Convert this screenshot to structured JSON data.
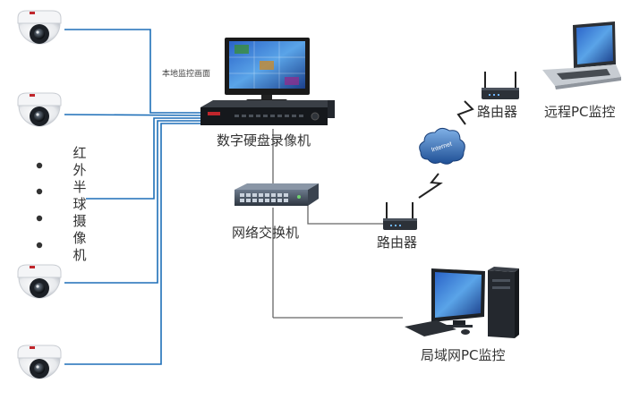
{
  "labels": {
    "local_monitor": "本地监控画面",
    "dvr": "数字硬盘录像机",
    "camera_group": "红外半球摄像机",
    "switch": "网络交换机",
    "router_lan": "路由器",
    "router_wan": "路由器",
    "internet": "Internet",
    "remote_pc": "远程PC监控",
    "lan_pc": "局域网PC监控"
  },
  "colors": {
    "camera_link": "#1e6fb8",
    "lan_link": "#666666",
    "wan_link": "#222222"
  },
  "icons": [
    "dome-camera-icon",
    "dvr-icon",
    "monitor-icon",
    "switch-icon",
    "router-icon",
    "cloud-icon",
    "laptop-icon",
    "desktop-pc-icon"
  ]
}
